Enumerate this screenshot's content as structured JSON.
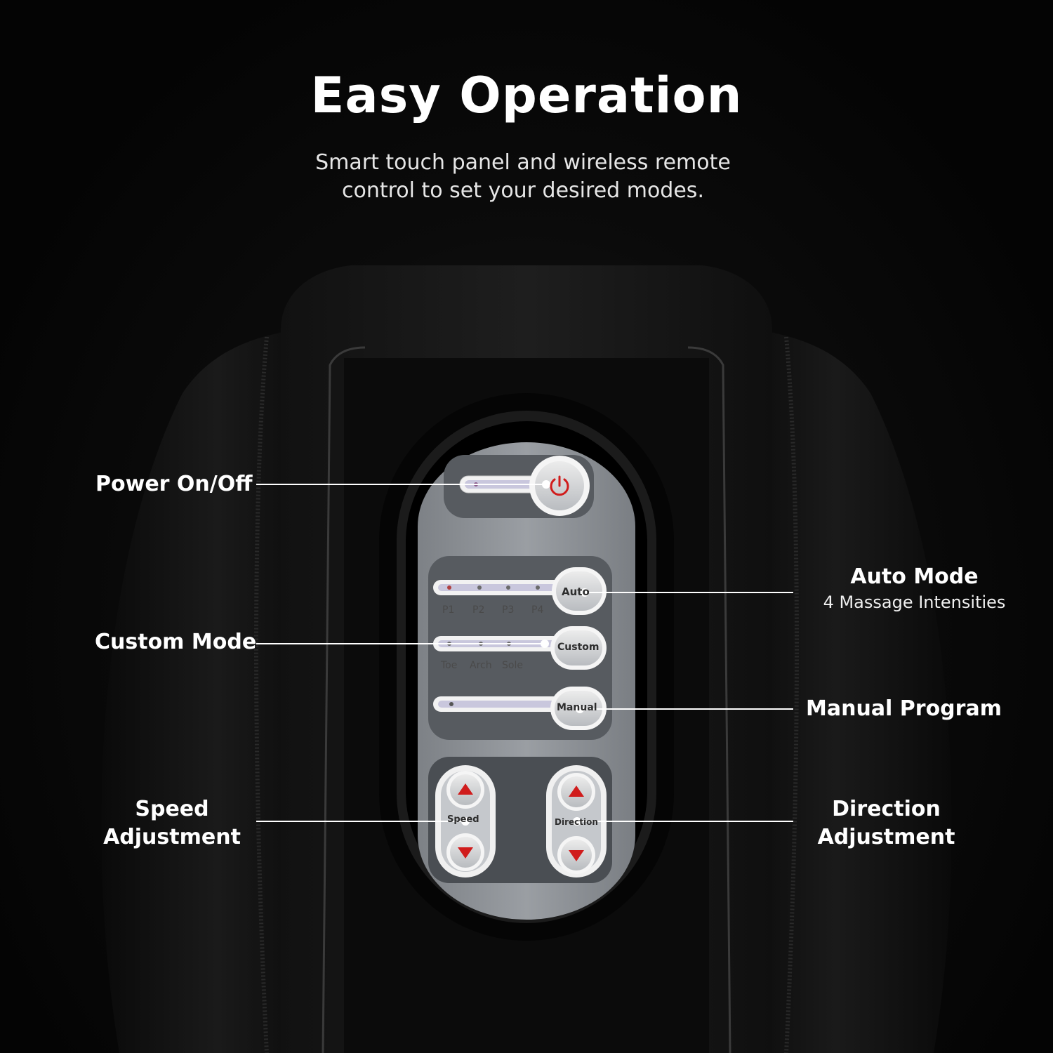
{
  "title": "Easy Operation",
  "subtitle_line1": "Smart touch panel and wireless remote",
  "subtitle_line2": "control to set your desired modes.",
  "callouts": {
    "power": "Power On/Off",
    "custom": "Custom Mode",
    "speed_line1": "Speed",
    "speed_line2": "Adjustment",
    "auto_title": "Auto Mode",
    "auto_sub": "4 Massage Intensities",
    "manual": "Manual Program",
    "direction_line1": "Direction",
    "direction_line2": "Adjustment"
  },
  "panel": {
    "auto_button": "Auto",
    "custom_button": "Custom",
    "manual_button": "Manual",
    "speed_label": "Speed",
    "direction_label": "Direction",
    "auto_levels": [
      "P1",
      "P2",
      "P3",
      "P4"
    ],
    "custom_zones": [
      "Toe",
      "Arch",
      "Sole"
    ]
  },
  "colors": {
    "background": "#050505",
    "text": "#ffffff",
    "panel": "#8c9096",
    "accent_red": "#d01c1c",
    "callout_line": "#ffffff"
  },
  "icons": [
    "power-icon",
    "arrow-up-icon",
    "arrow-down-icon"
  ]
}
